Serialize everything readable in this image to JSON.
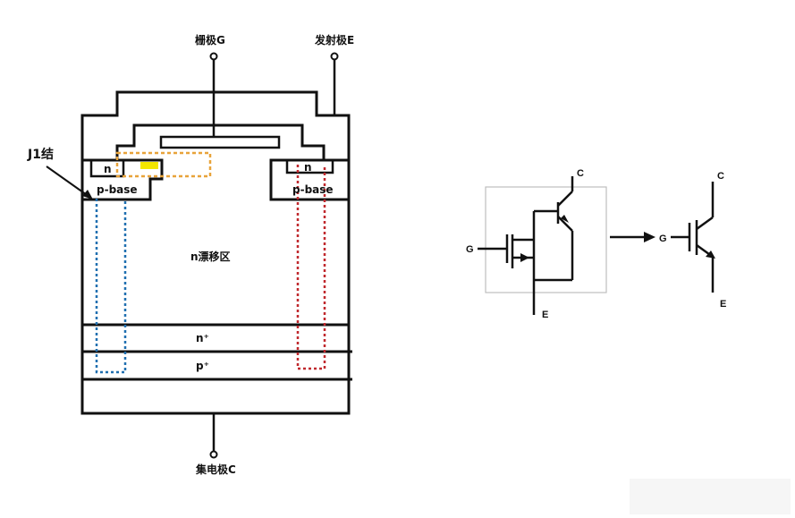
{
  "cross_section": {
    "gate_label": "栅极G",
    "emitter_label": "发射极E",
    "collector_label": "集电极C",
    "junction_label": "J1结",
    "n_left": "n",
    "n_right": "n",
    "p_base_left": "p-base",
    "p_base_right": "p-base",
    "drift_label": "n漂移区",
    "n_plus_label": "n⁺",
    "p_plus_label": "p⁺"
  },
  "equivalent_circuit": {
    "c_label": "C",
    "g_label": "G",
    "e_label": "E"
  },
  "simplified_symbol": {
    "c_label": "C",
    "g_label": "G",
    "e_label": "E"
  },
  "colors": {
    "outline": "#111111",
    "left_dashed": "#1f6fb0",
    "right_dashed": "#c0282d",
    "channel_dashed": "#e8a33a",
    "channel_fill": "#f3e600",
    "frame": "#bdbdbd"
  }
}
